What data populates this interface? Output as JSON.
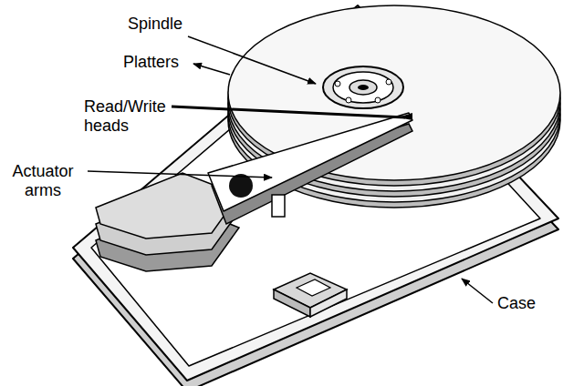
{
  "diagram": {
    "labels": [
      "Spindle",
      "Platters",
      "Read/Write heads",
      "Actuator arms",
      "Case"
    ]
  }
}
